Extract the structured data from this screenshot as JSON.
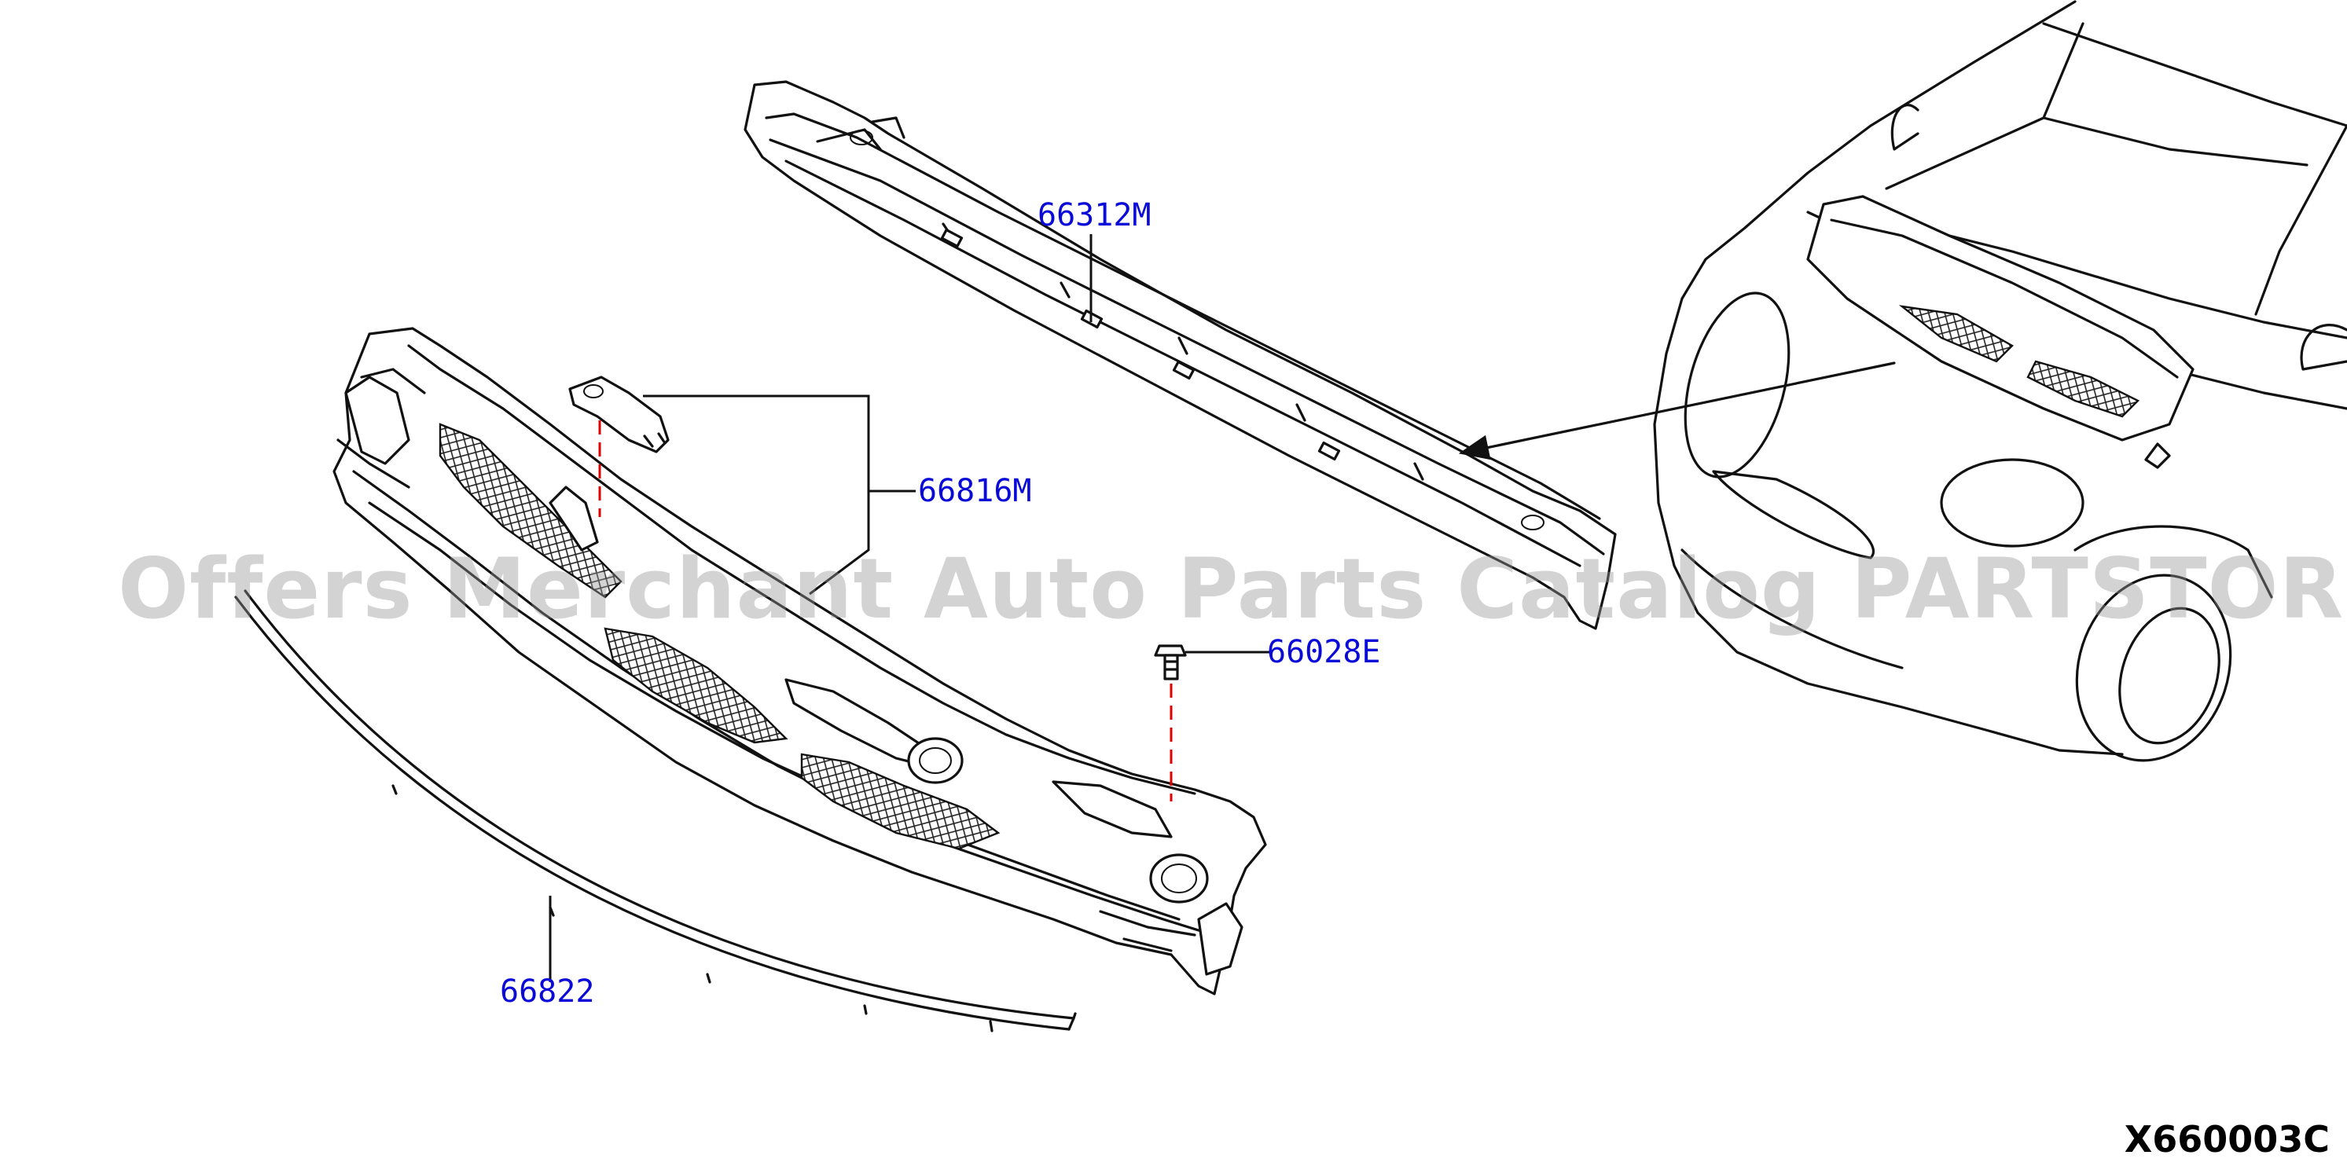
{
  "labels": {
    "cowl_top_reinforcement": "66312M",
    "cowl_top_grille": "66816M",
    "clip": "66028E",
    "seal": "66822"
  },
  "watermark": "Offers Merchant Auto Parts Catalog PARTSTORE.SA",
  "diagram_code": "X660003C",
  "colors": {
    "label": "#0a0ad8",
    "outline": "#111111",
    "leader_dash": "#e00000",
    "watermark": "#969696"
  }
}
